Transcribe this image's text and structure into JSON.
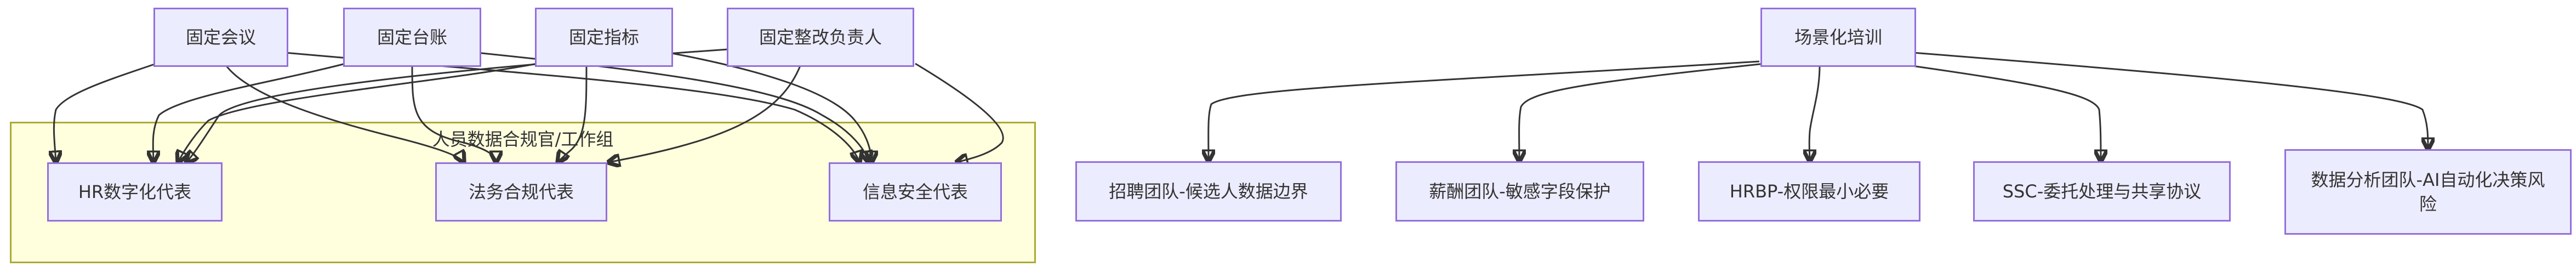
{
  "diagram": {
    "cluster": {
      "label": "人员数据合规官/工作组"
    },
    "nodes": {
      "meeting": "固定会议",
      "ledger": "固定台账",
      "metrics": "固定指标",
      "owner": "固定整改负责人",
      "hr_digital": "HR数字化代表",
      "legal": "法务合规代表",
      "infosec": "信息安全代表",
      "training": "场景化培训",
      "recruit": "招聘团队-候选人数据边界",
      "comp": "薪酬团队-敏感字段保护",
      "hrbp": "HRBP-权限最小必要",
      "ssc": "SSC-委托处理与共享协议",
      "analytics": "数据分析团队-AI自动化决策风险"
    }
  }
}
